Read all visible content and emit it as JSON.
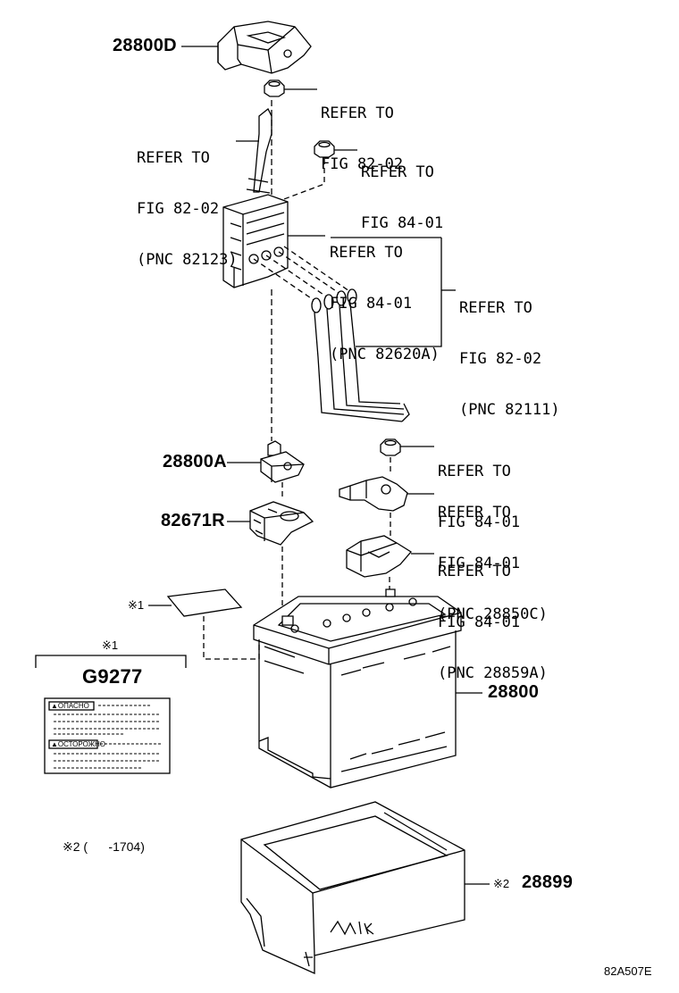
{
  "parts": {
    "p28800D": "28800D",
    "p28800A": "28800A",
    "p82671R": "82671R",
    "p28800": "28800",
    "p28899": "28899",
    "g9277": "G9277"
  },
  "refs": {
    "ref_terminal_nut": [
      "REFER TO",
      "FIG 82-02"
    ],
    "ref_wire_82123": [
      "REFER TO",
      "FIG 82-02",
      "(PNC 82123)"
    ],
    "ref_nut_84_01_top": [
      "REFER TO",
      "FIG 84-01"
    ],
    "ref_fuse_block": [
      "REFER TO",
      "FIG 84-01",
      "(PNC 82620A)"
    ],
    "ref_wires_82111": [
      "REFER TO",
      "FIG 82-02",
      "(PNC 82111)"
    ],
    "ref_nut_84_01_lower": [
      "REFER TO",
      "FIG 84-01"
    ],
    "ref_clamp_28850c": [
      "REFER TO",
      "FIG 84-01",
      "(PNC 28850C)"
    ],
    "ref_cover_28859a": [
      "REFER TO",
      "FIG 84-01",
      "(PNC 28859A)"
    ]
  },
  "notes": {
    "mark1_label": "※1",
    "mark1_box_title": "※1",
    "mark2_label": "※2",
    "mark2_condition": "※2 (      -1704)"
  },
  "label_sticker": {
    "danger_text": "ОПАСНО",
    "warning_text": "ОСТОРОЖНО"
  },
  "figure_code": "82A507E"
}
